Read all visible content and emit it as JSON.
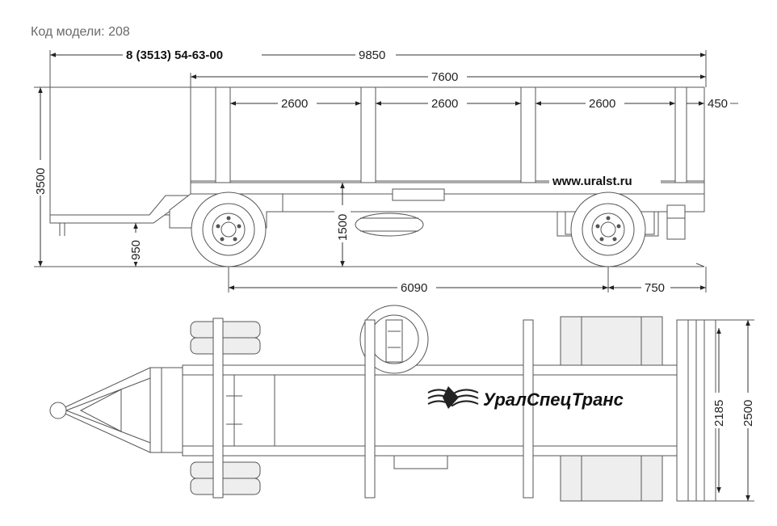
{
  "model_code": "Код модели: 208",
  "phone": "8 (3513) 54-63-00",
  "website": "www.uralst.ru",
  "brand": "УралСпецТранс",
  "dimensions": {
    "overall_length": "9850",
    "platform_length": "7600",
    "stake_spacing_1": "2600",
    "stake_spacing_2": "2600",
    "stake_spacing_3": "2600",
    "rear_overhang_stake": "450",
    "overall_height": "3500",
    "platform_height": "1500",
    "drawbar_height": "950",
    "wheelbase": "6090",
    "rear_overhang": "750",
    "inner_width": "2185",
    "overall_width": "2500"
  }
}
